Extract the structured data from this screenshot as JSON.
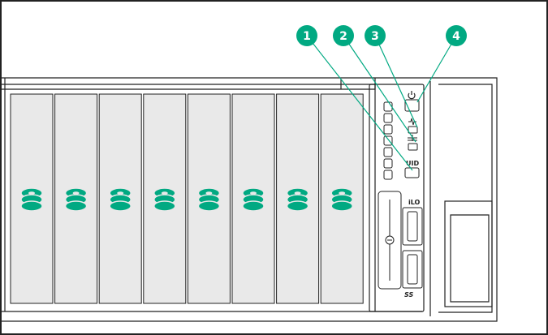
{
  "callouts": [
    {
      "label": "1",
      "target": "uid-button"
    },
    {
      "label": "2",
      "target": "nic-status-led"
    },
    {
      "label": "3",
      "target": "health-led"
    },
    {
      "label": "4",
      "target": "power-button"
    }
  ],
  "control_panel": {
    "uid_label": "UID",
    "ilo_label": "iLO",
    "usb_label": "SS"
  },
  "drive_bay_count": 8,
  "colors": {
    "accent_green": "#01a982",
    "bay_fill": "#e9e9e9",
    "line": "#222222",
    "callout_bg": "#01a982"
  },
  "icons": {
    "drive": "drive-stack-icon",
    "power": "power-icon",
    "health": "health-pulse-icon",
    "nic": "network-icon",
    "uid": "uid-button"
  }
}
